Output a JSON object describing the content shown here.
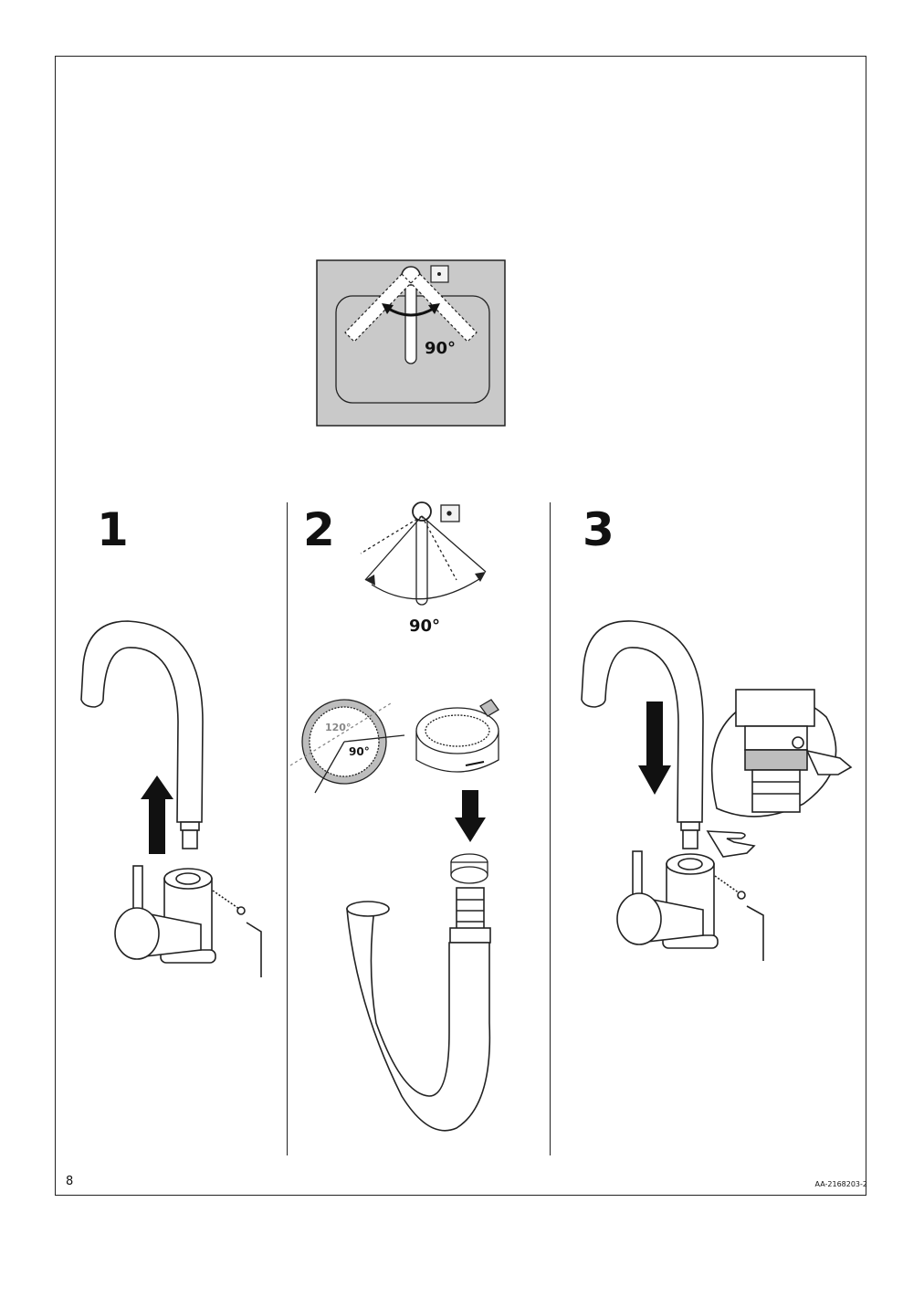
{
  "page": {
    "page_number": "8",
    "doc_code": "AA-2168203-2"
  },
  "top_figure": {
    "angle_label": "90°"
  },
  "steps": [
    {
      "number": "1"
    },
    {
      "number": "2",
      "angle_label": "90°",
      "ring_angle_outer": "120°",
      "ring_angle_inner": "90°"
    },
    {
      "number": "3"
    }
  ]
}
